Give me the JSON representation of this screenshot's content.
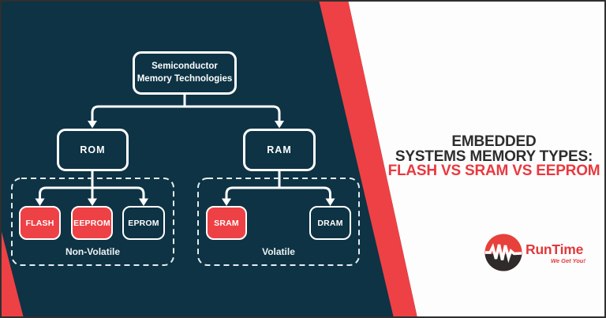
{
  "palette": {
    "background_dark": "#0d3344",
    "accent_red": "#ee4145",
    "panel_white": "#fdfdfd",
    "headline_dark": "#2d2d2d",
    "headline_red": "#e8393f",
    "logo_red": "#e03a3c",
    "logo_circle_dark": "#2e2b2a",
    "connector_white": "#ffffff"
  },
  "diagram": {
    "root": {
      "label": "Semiconductor\nMemory Technologies"
    },
    "branches": [
      {
        "label": "ROM",
        "group": "Non-Volatile",
        "children": [
          {
            "label": "FLASH",
            "highlighted": true
          },
          {
            "label": "EEPROM",
            "highlighted": true
          },
          {
            "label": "EPROM",
            "highlighted": false
          }
        ]
      },
      {
        "label": "RAM",
        "group": "Volatile",
        "children": [
          {
            "label": "SRAM",
            "highlighted": true
          },
          {
            "label": "DRAM",
            "highlighted": false
          }
        ]
      }
    ]
  },
  "headline": {
    "line1": "EMBEDDED",
    "line2": "SYSTEMS MEMORY TYPES:",
    "line3": "FLASH VS SRAM VS EEPROM"
  },
  "logo": {
    "brand": "RunTime",
    "tagline": "We Get You!"
  }
}
